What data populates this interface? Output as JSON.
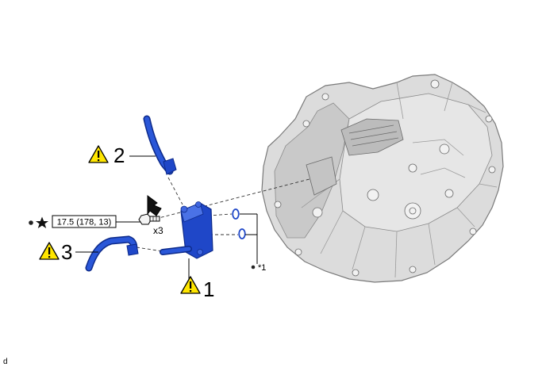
{
  "callouts": {
    "item_1": "1",
    "item_2": "2",
    "item_3": "3",
    "note_1": "*1"
  },
  "torque": {
    "value": "17.5 (178, 13)",
    "quantity": "x3"
  },
  "footer_code": "d",
  "icons": {
    "caution": "warning-triangle-icon",
    "star": "star-icon",
    "bullet": "bullet-icon",
    "press_arrow": "down-arrow-icon"
  },
  "colors": {
    "hose_blue": "#1f47c8",
    "hose_dark": "#0d2a8a",
    "caution_yellow": "#ffe600",
    "transaxle_grey": "#d6d6d6"
  }
}
